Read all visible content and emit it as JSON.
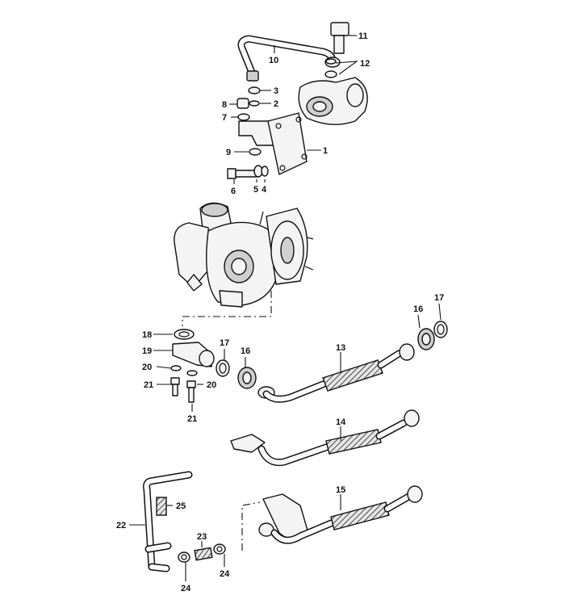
{
  "callouts": {
    "p1": "1",
    "p2": "2",
    "p3": "3",
    "p4": "4",
    "p5": "5",
    "p6": "6",
    "p7": "7",
    "p8": "8",
    "p9": "9",
    "p10": "10",
    "p11": "11",
    "p12": "12",
    "p13": "13",
    "p14": "14",
    "p15": "15",
    "p16a": "16",
    "p16b": "16",
    "p17a": "17",
    "p17b": "17",
    "p18": "18",
    "p19": "19",
    "p20a": "20",
    "p20b": "20",
    "p21a": "21",
    "p21b": "21",
    "p22": "22",
    "p23": "23",
    "p24a": "24",
    "p24b": "24",
    "p25": "25"
  }
}
